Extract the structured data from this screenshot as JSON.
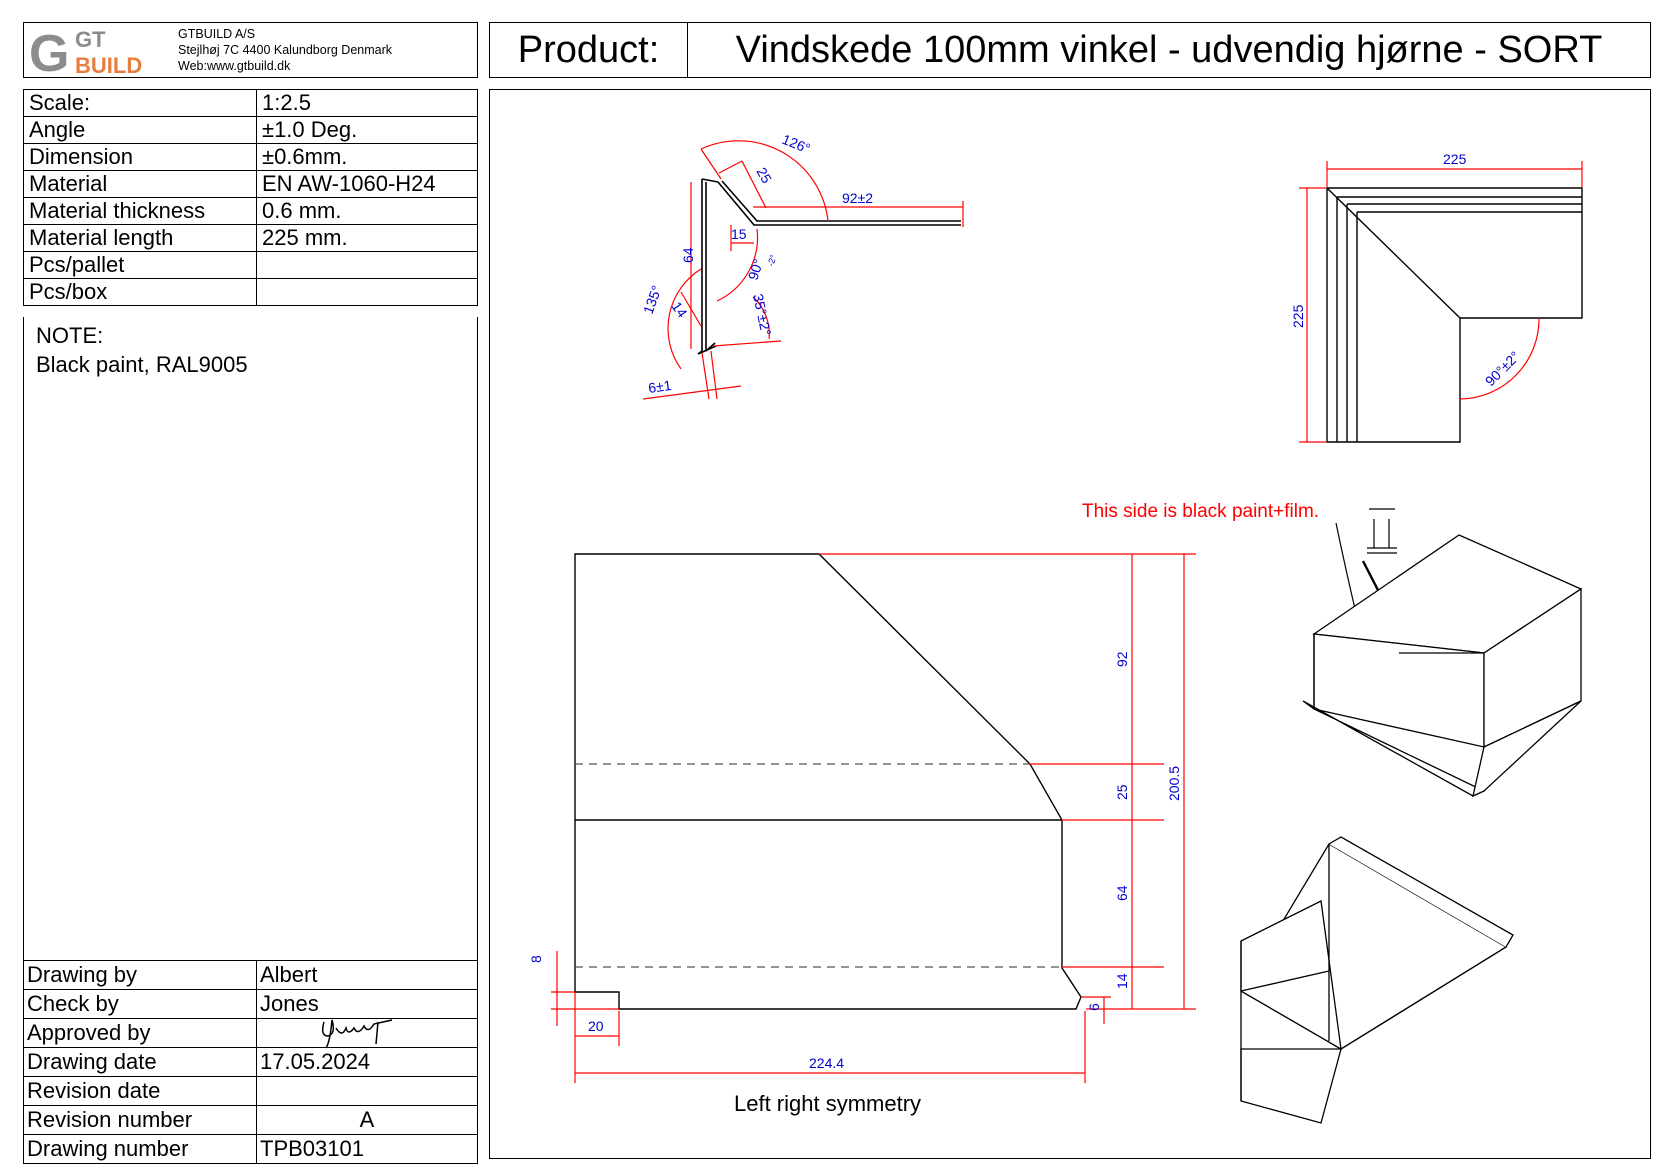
{
  "company": {
    "logo_gt": "GT",
    "logo_build": "BUILD",
    "name": "GTBUILD A/S",
    "address": "Stejlhøj 7C 4400 Kalundborg Denmark",
    "web": "Web:www.gtbuild.dk"
  },
  "title": {
    "label": "Product:",
    "value": "Vindskede 100mm vinkel - udvendig hjørne - SORT"
  },
  "specs": [
    {
      "label": "Scale:",
      "value": "1:2.5"
    },
    {
      "label": "Angle",
      "value": "±1.0 Deg."
    },
    {
      "label": "Dimension",
      "value": "±0.6mm."
    },
    {
      "label": "Material",
      "value": "EN AW-1060-H24"
    },
    {
      "label": "Material thickness",
      "value": "0.6 mm."
    },
    {
      "label": "Material length",
      "value": "225 mm."
    },
    {
      "label": "Pcs/pallet",
      "value": ""
    },
    {
      "label": "Pcs/box",
      "value": ""
    }
  ],
  "note": {
    "heading": "NOTE:",
    "text": "Black paint, RAL9005"
  },
  "info": [
    {
      "label": "Drawing by",
      "value": "Albert"
    },
    {
      "label": "Check by",
      "value": "Jones"
    },
    {
      "label": "Approved by",
      "value": ""
    },
    {
      "label": "Drawing date",
      "value": "17.05.2024"
    },
    {
      "label": "Revision date",
      "value": ""
    },
    {
      "label": "Revision number",
      "value": "A"
    },
    {
      "label": "Drawing number",
      "value": "TPB03101"
    }
  ],
  "colors": {
    "dimension_line": "#ff0000",
    "dimension_text": "#0000cc",
    "outline": "#000000",
    "logo_gray": "#8c8c8c",
    "logo_orange": "#e87d3e"
  },
  "profile_dims": {
    "angle_126": "126°",
    "d25": "25",
    "d92": "92±2",
    "d15": "15",
    "d64": "64",
    "angle_90": "90°",
    "angle_90_tol": "-2°",
    "angle_135": "135°",
    "d14": "14",
    "angle_35": "35°±2°",
    "d6": "6±1"
  },
  "top_view_dims": {
    "width": "225",
    "height": "225",
    "angle": "90°±2°"
  },
  "flat_dims": {
    "d92": "92",
    "d25": "25",
    "d200": "200.5",
    "d64": "64",
    "d14": "14",
    "d6": "6",
    "d8": "8",
    "d20": "20",
    "d224": "224.4"
  },
  "annotations": {
    "film_note": "This side is black paint+film.",
    "symmetry": "Left right symmetry"
  }
}
